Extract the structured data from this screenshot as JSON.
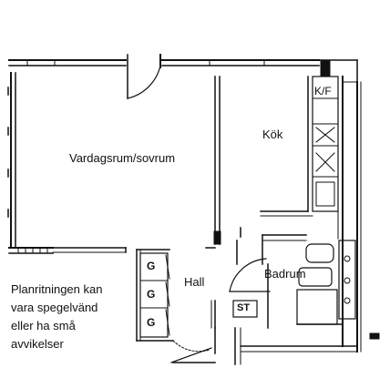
{
  "rooms": {
    "living": "Vardagsrum/sovrum",
    "kitchen": "Kök",
    "hall": "Hall",
    "bathroom": "Badrum"
  },
  "fixtures": {
    "fridge_freezer": "K/F",
    "washer_dryer": "ST",
    "wardrobe_mark": "G"
  },
  "note_lines": [
    "Planritningen kan",
    "vara spegelvänd",
    "eller ha små",
    "avvikelser"
  ]
}
